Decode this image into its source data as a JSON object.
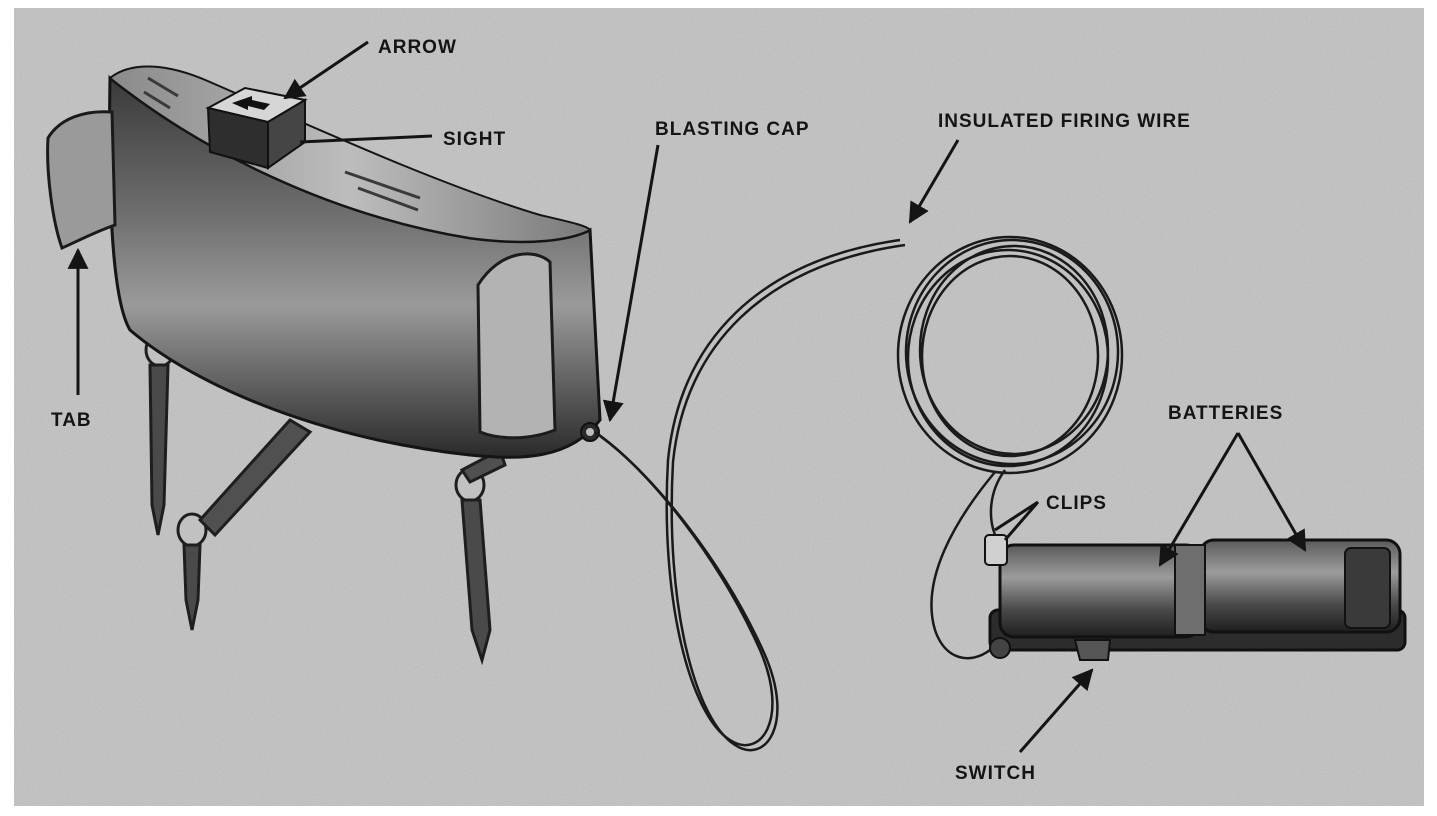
{
  "labels": {
    "arrow": "ARROW",
    "sight": "SIGHT",
    "blasting_cap": "BLASTING CAP",
    "insulated_firing_wire": "INSULATED FIRING WIRE",
    "tab": "TAB",
    "batteries": "BATTERIES",
    "clips": "CLIPS",
    "switch": "SWITCH"
  },
  "colors": {
    "photo_background": "#c9c9c9",
    "ink": "#141414"
  }
}
